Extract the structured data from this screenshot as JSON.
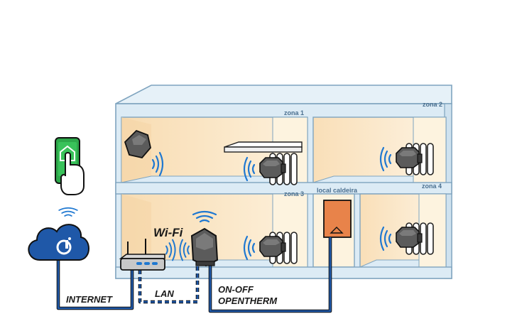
{
  "zones": {
    "zona1": "zona 1",
    "zona2": "zona 2",
    "zona3": "zona 3",
    "zona4": "zona 4",
    "boiler_room": "local caldeira"
  },
  "labels": {
    "wifi": "Wi-Fi",
    "lan": "LAN",
    "internet": "INTERNET",
    "onoff": "ON-OFF",
    "opentherm": "OPENTHERM"
  },
  "icons": {
    "phone": "smartphone-app-icon",
    "cloud": "cloud-icon",
    "router": "router-icon",
    "gateway": "gateway-icon",
    "thermostat": "thermostat-icon",
    "valve": "radiator-valve-icon",
    "boiler": "boiler-icon"
  },
  "colors": {
    "wall_fill": "#dcebf5",
    "wall_stroke": "#7fa4bf",
    "room_warm": "#fbe2bf",
    "room_light": "#fdf3df",
    "wire": "#1f58a8",
    "signal": "#1f78d1",
    "device": "#5b5b5b",
    "boiler": "#e8834a",
    "app_green": "#2da84a"
  }
}
